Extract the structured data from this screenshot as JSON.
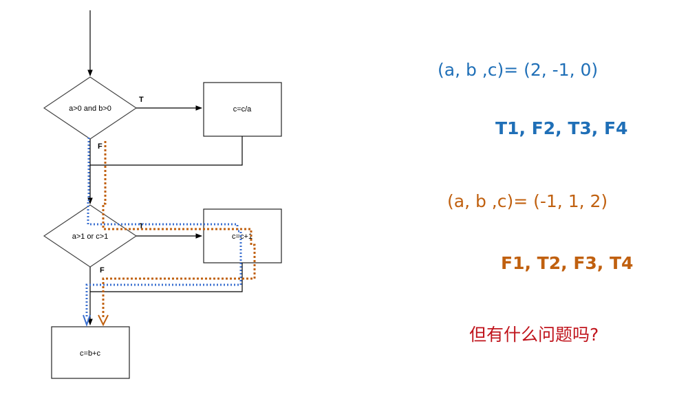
{
  "flowchart": {
    "decision1": {
      "label": "a>0 and b>0",
      "true_label": "T",
      "false_label": "F"
    },
    "process1": {
      "label": "c=c/a"
    },
    "decision2": {
      "label": "a>1 or c>1",
      "true_label": "T",
      "false_label": "F"
    },
    "process2": {
      "label": "c=c+1"
    },
    "process3": {
      "label": "c=b+c"
    }
  },
  "test_cases": [
    {
      "input": "(a, b ,c)= (2, -1, 0)",
      "result": "T1, F2, T3, F4",
      "color": "#1f6fb7"
    },
    {
      "input": "(a, b ,c)= (-1, 1, 2)",
      "result": "F1, T2, F3, T4",
      "color": "#c0600f"
    }
  ],
  "question": {
    "text": "但有什么问题吗?",
    "color": "#c0141c"
  }
}
